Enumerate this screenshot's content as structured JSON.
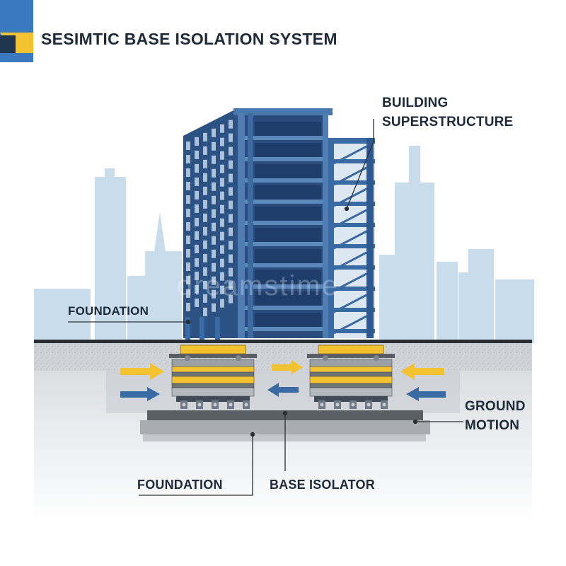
{
  "title": "SESIMTIC BASE ISOLATION SYSTEM",
  "labels": {
    "building_line1": "BUILDING",
    "building_line2": "SUPERSTRUCTURE",
    "foundation_top": "FOUNDATION",
    "ground_line1": "GROUND",
    "ground_line2": "MOTION",
    "foundation_bottom": "FOUNDATION",
    "base_isolator": "BASE ISOLATOR"
  },
  "watermark": "dreamstime",
  "colors": {
    "navy": "#1f3d6b",
    "steel_blue": "#3a6aa3",
    "sky": "#c9dceb",
    "gold": "#f2c230",
    "gray": "#9ea3a8",
    "dark_text": "#1d2a3a"
  }
}
